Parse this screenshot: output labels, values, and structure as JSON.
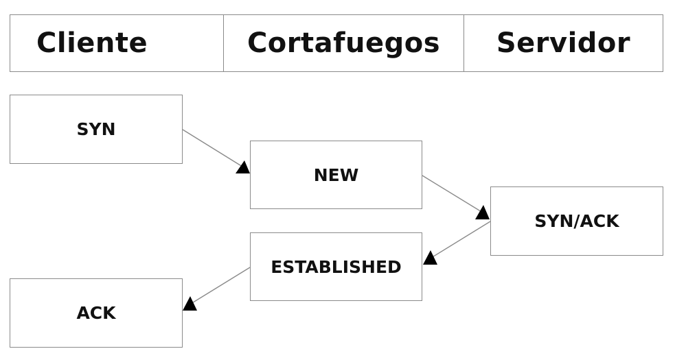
{
  "header": {
    "columns": [
      "Cliente",
      "Cortafuegos",
      "Servidor"
    ]
  },
  "boxes": {
    "syn": "SYN",
    "new": "NEW",
    "synack": "SYN/ACK",
    "established": "ESTABLISHED",
    "ack": "ACK"
  },
  "colors": {
    "border": "#8a8a8a",
    "arrow": "#000000"
  }
}
